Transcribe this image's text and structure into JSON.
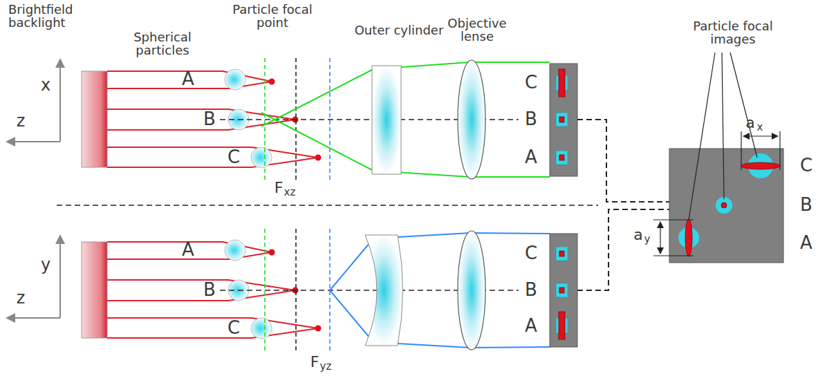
{
  "diagram": {
    "labels": [
      "Brightfield backlight",
      "Spherical particles",
      "Particle focal point",
      "Outer cylinder",
      "Objective lense",
      "Particle focal images",
      "x",
      "z",
      "A",
      "B",
      "C",
      "C",
      "B",
      "A",
      "F",
      "xz",
      "y",
      "z",
      "A",
      "B",
      "C",
      "C",
      "B",
      "A",
      "F",
      "yz",
      "a",
      "x",
      "a",
      "y",
      "C",
      "B",
      "A"
    ]
  }
}
